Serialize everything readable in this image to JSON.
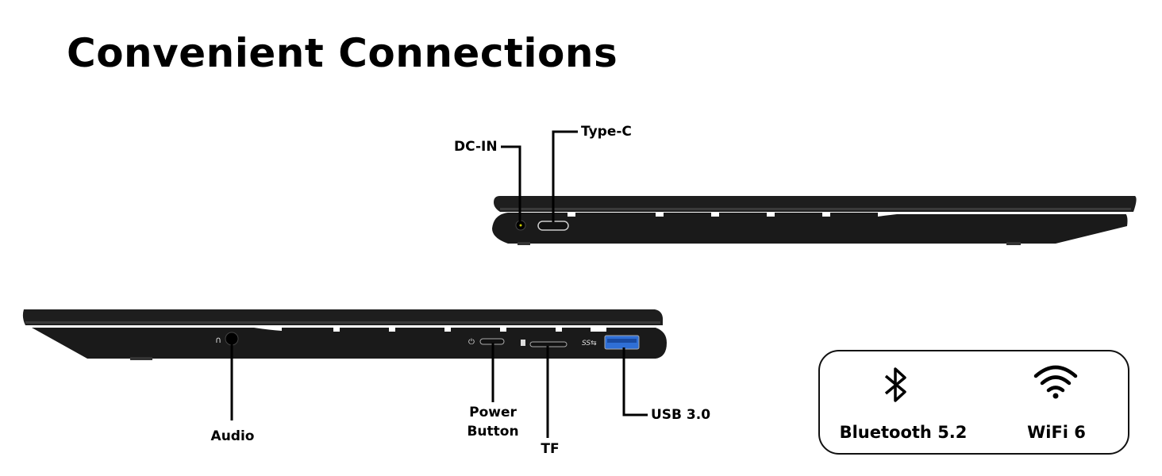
{
  "title": "Convenient Connections",
  "ports_top": {
    "dc_in": "DC-IN",
    "type_c": "Type-C"
  },
  "ports_bottom": {
    "audio": "Audio",
    "power_line1": "Power",
    "power_line2": "Button",
    "tf": "TF",
    "usb": "USB 3.0"
  },
  "wireless": {
    "bluetooth": "Bluetooth 5.2",
    "wifi": "WiFi 6"
  },
  "icons": [
    "bluetooth-icon",
    "wifi-icon",
    "headphone-icon",
    "power-icon"
  ],
  "colors": {
    "body": "#1c1c1c",
    "usb_blue": "#2f6fd6"
  }
}
